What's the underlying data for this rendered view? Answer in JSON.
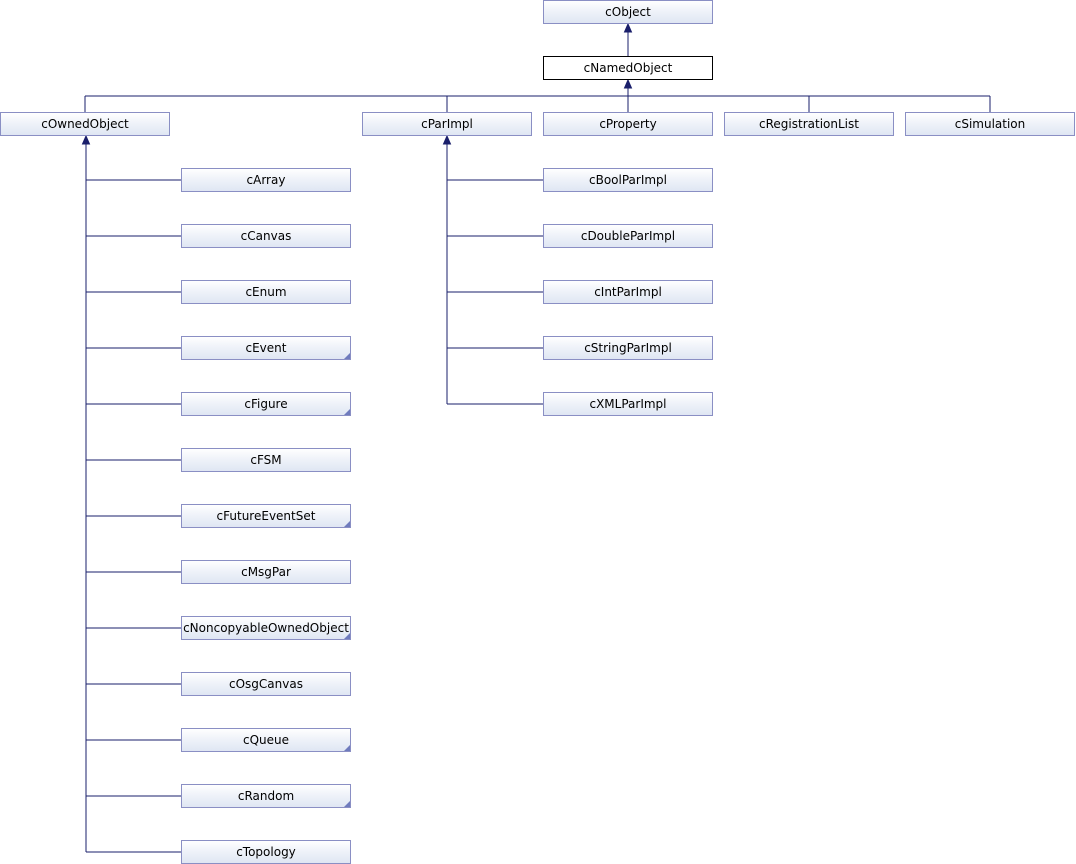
{
  "diagram": {
    "nodes": [
      {
        "id": "cObject",
        "label": "cObject",
        "current": false,
        "more": false
      },
      {
        "id": "cNamedObject",
        "label": "cNamedObject",
        "current": true,
        "more": false
      },
      {
        "id": "cOwnedObject",
        "label": "cOwnedObject",
        "current": false,
        "more": false
      },
      {
        "id": "cParImpl",
        "label": "cParImpl",
        "current": false,
        "more": false
      },
      {
        "id": "cProperty",
        "label": "cProperty",
        "current": false,
        "more": false
      },
      {
        "id": "cRegistrationList",
        "label": "cRegistrationList",
        "current": false,
        "more": false
      },
      {
        "id": "cSimulation",
        "label": "cSimulation",
        "current": false,
        "more": false
      },
      {
        "id": "cArray",
        "label": "cArray",
        "current": false,
        "more": false
      },
      {
        "id": "cCanvas",
        "label": "cCanvas",
        "current": false,
        "more": false
      },
      {
        "id": "cEnum",
        "label": "cEnum",
        "current": false,
        "more": false
      },
      {
        "id": "cEvent",
        "label": "cEvent",
        "current": false,
        "more": true
      },
      {
        "id": "cFigure",
        "label": "cFigure",
        "current": false,
        "more": true
      },
      {
        "id": "cFSM",
        "label": "cFSM",
        "current": false,
        "more": false
      },
      {
        "id": "cFutureEventSet",
        "label": "cFutureEventSet",
        "current": false,
        "more": true
      },
      {
        "id": "cMsgPar",
        "label": "cMsgPar",
        "current": false,
        "more": false
      },
      {
        "id": "cNoncopyableOwnedObject",
        "label": "cNoncopyableOwnedObject",
        "current": false,
        "more": true
      },
      {
        "id": "cOsgCanvas",
        "label": "cOsgCanvas",
        "current": false,
        "more": false
      },
      {
        "id": "cQueue",
        "label": "cQueue",
        "current": false,
        "more": true
      },
      {
        "id": "cRandom",
        "label": "cRandom",
        "current": false,
        "more": true
      },
      {
        "id": "cTopology",
        "label": "cTopology",
        "current": false,
        "more": false
      },
      {
        "id": "cBoolParImpl",
        "label": "cBoolParImpl",
        "current": false,
        "more": false
      },
      {
        "id": "cDoubleParImpl",
        "label": "cDoubleParImpl",
        "current": false,
        "more": false
      },
      {
        "id": "cIntParImpl",
        "label": "cIntParImpl",
        "current": false,
        "more": false
      },
      {
        "id": "cStringParImpl",
        "label": "cStringParImpl",
        "current": false,
        "more": false
      },
      {
        "id": "cXMLParImpl",
        "label": "cXMLParImpl",
        "current": false,
        "more": false
      }
    ],
    "edges": [
      {
        "from": "cNamedObject",
        "to": "cObject"
      },
      {
        "from": "cOwnedObject",
        "to": "cNamedObject"
      },
      {
        "from": "cParImpl",
        "to": "cNamedObject"
      },
      {
        "from": "cProperty",
        "to": "cNamedObject"
      },
      {
        "from": "cRegistrationList",
        "to": "cNamedObject"
      },
      {
        "from": "cSimulation",
        "to": "cNamedObject"
      },
      {
        "from": "cArray",
        "to": "cOwnedObject"
      },
      {
        "from": "cCanvas",
        "to": "cOwnedObject"
      },
      {
        "from": "cEnum",
        "to": "cOwnedObject"
      },
      {
        "from": "cEvent",
        "to": "cOwnedObject"
      },
      {
        "from": "cFigure",
        "to": "cOwnedObject"
      },
      {
        "from": "cFSM",
        "to": "cOwnedObject"
      },
      {
        "from": "cFutureEventSet",
        "to": "cOwnedObject"
      },
      {
        "from": "cMsgPar",
        "to": "cOwnedObject"
      },
      {
        "from": "cNoncopyableOwnedObject",
        "to": "cOwnedObject"
      },
      {
        "from": "cOsgCanvas",
        "to": "cOwnedObject"
      },
      {
        "from": "cQueue",
        "to": "cOwnedObject"
      },
      {
        "from": "cRandom",
        "to": "cOwnedObject"
      },
      {
        "from": "cTopology",
        "to": "cOwnedObject"
      },
      {
        "from": "cBoolParImpl",
        "to": "cParImpl"
      },
      {
        "from": "cDoubleParImpl",
        "to": "cParImpl"
      },
      {
        "from": "cIntParImpl",
        "to": "cParImpl"
      },
      {
        "from": "cStringParImpl",
        "to": "cParImpl"
      },
      {
        "from": "cXMLParImpl",
        "to": "cParImpl"
      }
    ],
    "colors": {
      "edge": "#1a1f6b",
      "node_border": "#8a8fc4",
      "current_border": "#000000",
      "more_marker": "#6f7bbd"
    }
  }
}
